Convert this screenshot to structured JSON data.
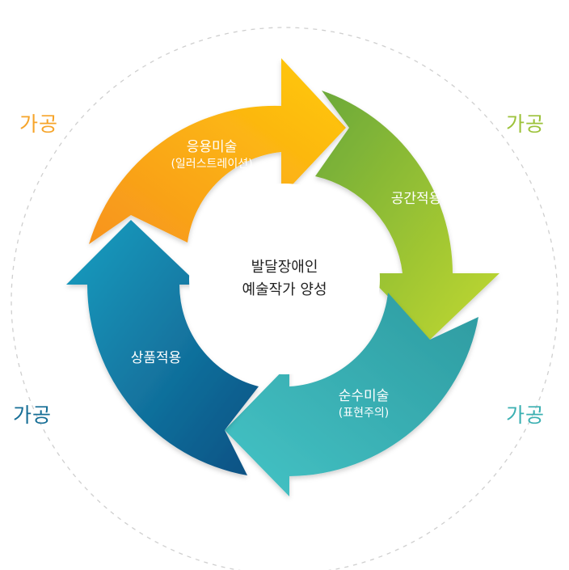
{
  "corners": {
    "top_left": "가공",
    "top_right": "가공",
    "bottom_left": "가공",
    "bottom_right": "가공"
  },
  "center": {
    "line1": "발달장애인",
    "line2": "예술작가 양성"
  },
  "segments": {
    "applied_art": {
      "label": "응용미술",
      "sub": "(일러스트레이션)",
      "color_start": "#f7931e",
      "color_end": "#ffc20e"
    },
    "space": {
      "label": "공간적용",
      "color_start": "#7fb43a",
      "color_end": "#b9d532"
    },
    "fine_art": {
      "label": "순수미술",
      "sub": "(표현주의)",
      "color_start": "#3fc1c0",
      "color_end": "#2e9ea5"
    },
    "product": {
      "label": "상품적용",
      "color_start": "#0c5a8a",
      "color_end": "#27a0bf"
    }
  },
  "colors": {
    "top_left": "#f6a42a",
    "top_right": "#9cc23a",
    "bottom_left": "#166e96",
    "bottom_right": "#3bb0b2",
    "dashed_ring": "#cccccc"
  }
}
